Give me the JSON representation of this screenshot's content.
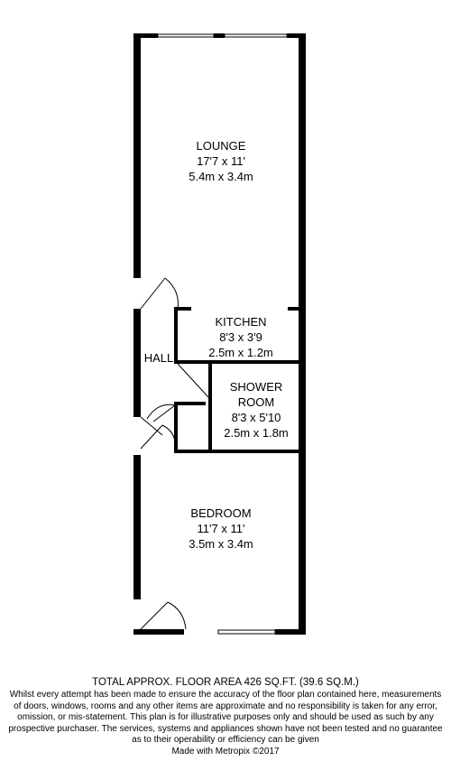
{
  "rooms": {
    "lounge": {
      "name": "LOUNGE",
      "imperial": "17'7 x 11'",
      "metric": "5.4m x 3.4m"
    },
    "kitchen": {
      "name": "KITCHEN",
      "imperial": "8'3 x 3'9",
      "metric": "2.5m x 1.2m"
    },
    "hall": {
      "name": "HALL"
    },
    "shower": {
      "name_line1": "SHOWER",
      "name_line2": "ROOM",
      "imperial": "8'3 x 5'10",
      "metric": "2.5m x 1.8m"
    },
    "bedroom": {
      "name": "BEDROOM",
      "imperial": "11'7 x 11'",
      "metric": "3.5m x 3.4m"
    }
  },
  "footer": {
    "total": "TOTAL APPROX. FLOOR AREA 426 SQ.FT. (39.6 SQ.M.)",
    "line1": "Whilst every attempt has been made to ensure the accuracy of the floor plan contained here, measurements",
    "line2": "of doors, windows, rooms and any other items are approximate and no responsibility is taken for any error,",
    "line3": "omission, or mis-statement. This plan is for illustrative purposes only and should be used as such by any",
    "line4": "prospective purchaser. The services, systems and appliances shown have not been tested and no guarantee",
    "line5": "as to their operability or efficiency can be given",
    "line6": "Made with Metropix ©2017"
  }
}
